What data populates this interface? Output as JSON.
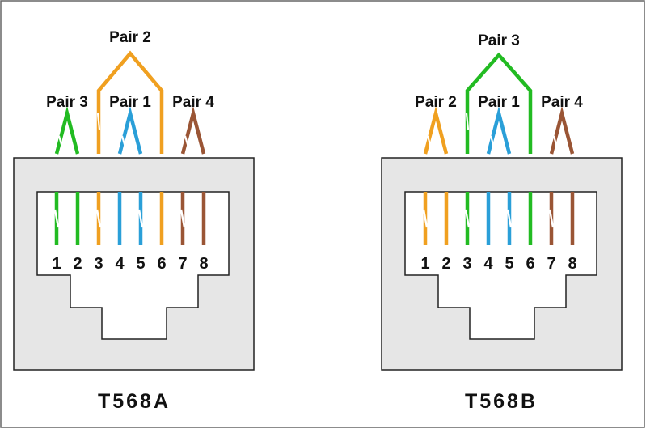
{
  "colors": {
    "green": "#22bb22",
    "orange": "#f0a020",
    "blue": "#2a9fd8",
    "brown": "#9a5535",
    "jack_fill": "#e6e6e6",
    "jack_stroke": "#222222",
    "frame": "#666666"
  },
  "jacks": [
    {
      "title": "T568A",
      "pins": [
        {
          "num": "1",
          "color": "green",
          "striped": true
        },
        {
          "num": "2",
          "color": "green",
          "striped": false
        },
        {
          "num": "3",
          "color": "orange",
          "striped": true
        },
        {
          "num": "4",
          "color": "blue",
          "striped": false
        },
        {
          "num": "5",
          "color": "blue",
          "striped": true
        },
        {
          "num": "6",
          "color": "orange",
          "striped": false
        },
        {
          "num": "7",
          "color": "brown",
          "striped": true
        },
        {
          "num": "8",
          "color": "brown",
          "striped": false
        }
      ],
      "pairs": [
        {
          "label": "Pair 3",
          "pins": [
            1,
            2
          ],
          "color": "green",
          "tall": false
        },
        {
          "label": "Pair 1",
          "pins": [
            4,
            5
          ],
          "color": "blue",
          "tall": false
        },
        {
          "label": "Pair 4",
          "pins": [
            7,
            8
          ],
          "color": "brown",
          "tall": false
        },
        {
          "label": "Pair 2",
          "pins": [
            3,
            6
          ],
          "color": "orange",
          "tall": true
        }
      ]
    },
    {
      "title": "T568B",
      "pins": [
        {
          "num": "1",
          "color": "orange",
          "striped": true
        },
        {
          "num": "2",
          "color": "orange",
          "striped": false
        },
        {
          "num": "3",
          "color": "green",
          "striped": true
        },
        {
          "num": "4",
          "color": "blue",
          "striped": false
        },
        {
          "num": "5",
          "color": "blue",
          "striped": true
        },
        {
          "num": "6",
          "color": "green",
          "striped": false
        },
        {
          "num": "7",
          "color": "brown",
          "striped": true
        },
        {
          "num": "8",
          "color": "brown",
          "striped": false
        }
      ],
      "pairs": [
        {
          "label": "Pair 2",
          "pins": [
            1,
            2
          ],
          "color": "orange",
          "tall": false
        },
        {
          "label": "Pair 1",
          "pins": [
            4,
            5
          ],
          "color": "blue",
          "tall": false
        },
        {
          "label": "Pair 4",
          "pins": [
            7,
            8
          ],
          "color": "brown",
          "tall": false
        },
        {
          "label": "Pair 3",
          "pins": [
            3,
            6
          ],
          "color": "green",
          "tall": true
        }
      ]
    }
  ]
}
